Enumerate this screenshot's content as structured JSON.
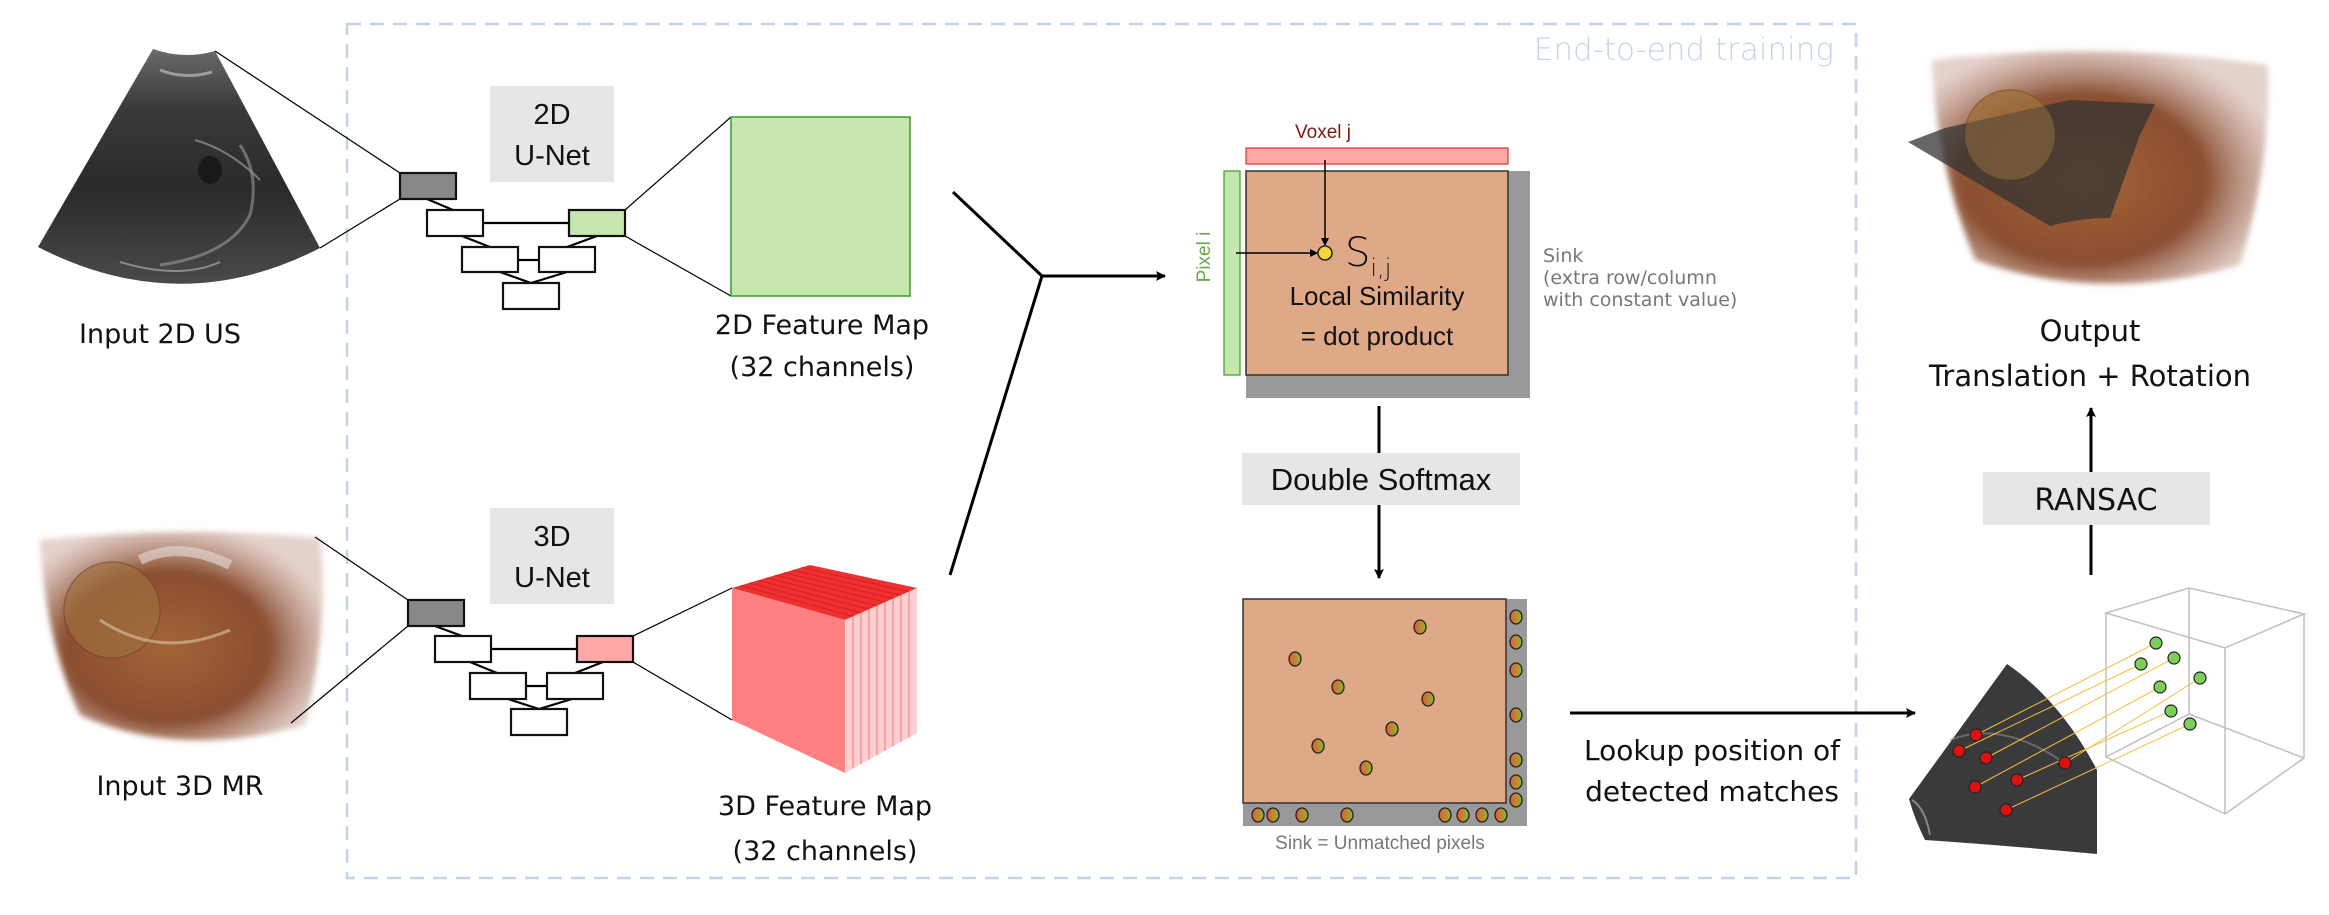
{
  "colors": {
    "dashed_box": "#c4d3e8",
    "label_box_bg": "#e6e6e6",
    "feature_2d": "#c6e8b0",
    "feature_2d_border": "#3c9a2c",
    "feature_3d_front": "#ff8080",
    "feature_3d_top": "#f03030",
    "feature_3d_side": "#ffd0d0",
    "unet_input_block": "#888888",
    "unet_output_2d": "#c6e8b0",
    "unet_output_3d": "#ffa8a8",
    "similarity_matrix": "#dfa987",
    "sink": "#999999",
    "voxel_bar": "#ffa8a8",
    "pixel_bar": "#c6e8b0",
    "voxel_label": "#7a1a10",
    "pixel_label": "#6aa84f",
    "similarity_dot": "#f5d33a",
    "match_dot_2d": "#e01010",
    "match_dot_3d": "#7dcf5a",
    "correspondence_line": "#f0c040"
  },
  "training_region": {
    "label": "End-to-end training"
  },
  "inputs": {
    "us": {
      "label": "Input 2D US"
    },
    "mr": {
      "label": "Input 3D MR"
    }
  },
  "networks": {
    "unet_2d": {
      "line1": "2D",
      "line2": "U-Net"
    },
    "unet_3d": {
      "line1": "3D",
      "line2": "U-Net"
    }
  },
  "feature_maps": {
    "map_2d": {
      "line1": "2D Feature Map",
      "line2": "(32 channels)"
    },
    "map_3d": {
      "line1": "3D Feature Map",
      "line2": "(32 channels)"
    }
  },
  "similarity": {
    "voxel_label": "Voxel j",
    "pixel_label": "Pixel i",
    "symbol": "S",
    "subscript": "i,j",
    "line1": "Local Similarity",
    "line2": "= dot product",
    "sink_line1": "Sink",
    "sink_line2": "(extra row/column",
    "sink_line3": "with constant value)"
  },
  "softmax": {
    "label": "Double Softmax"
  },
  "matches": {
    "sink_caption": "Sink = Unmatched pixels",
    "matched_count": 7,
    "sink_column_count": 7,
    "sink_row_count": 8
  },
  "lookup": {
    "line1": "Lookup position of",
    "line2": "detected matches"
  },
  "ransac": {
    "label": "RANSAC"
  },
  "output": {
    "line1": "Output",
    "line2": "Translation + Rotation"
  },
  "correspondences": {
    "count": 7
  }
}
